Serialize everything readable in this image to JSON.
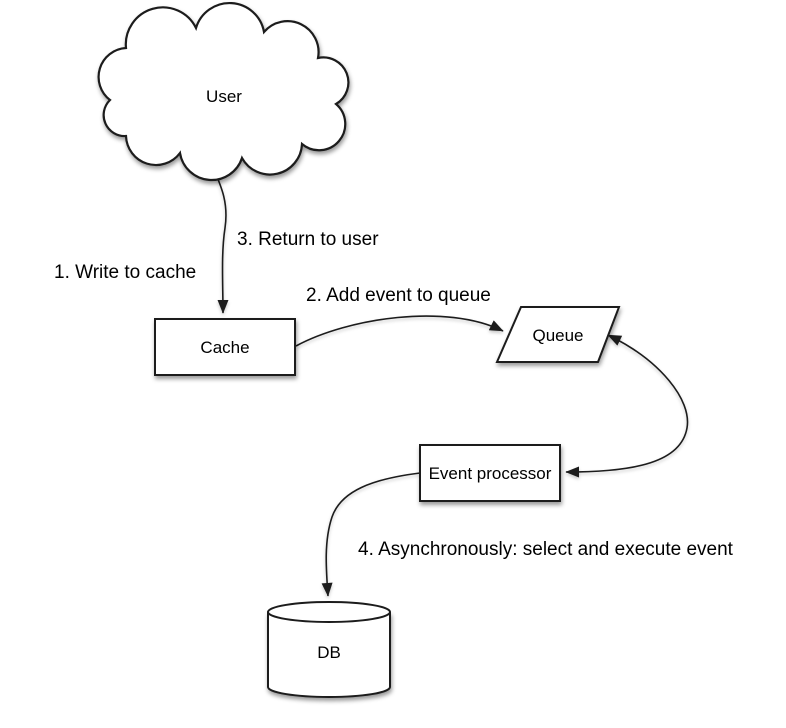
{
  "colors": {
    "background": "#ffffff",
    "stroke": "#1c1c1c",
    "shape_fill": "#ffffff",
    "text": "#000000"
  },
  "nodes": {
    "user": {
      "label": "User",
      "shape": "cloud"
    },
    "cache": {
      "label": "Cache",
      "shape": "rectangle"
    },
    "queue": {
      "label": "Queue",
      "shape": "parallelogram"
    },
    "event_processor": {
      "label": "Event processor",
      "shape": "rectangle"
    },
    "db": {
      "label": "DB",
      "shape": "cylinder"
    }
  },
  "edges": {
    "user_to_cache": {
      "from": "user",
      "to": "cache",
      "style": "arrow",
      "labels": [
        "1. Write to cache",
        "3. Return to user"
      ]
    },
    "cache_to_queue": {
      "from": "cache",
      "to": "queue",
      "style": "arrow",
      "label": "2. Add event to queue"
    },
    "queue_event_processor": {
      "from": "queue",
      "to": "event_processor",
      "style": "double-arrow",
      "label": ""
    },
    "event_processor_to_db": {
      "from": "event_processor",
      "to": "db",
      "style": "arrow",
      "label": "4. Asynchronously: select and execute event"
    }
  }
}
